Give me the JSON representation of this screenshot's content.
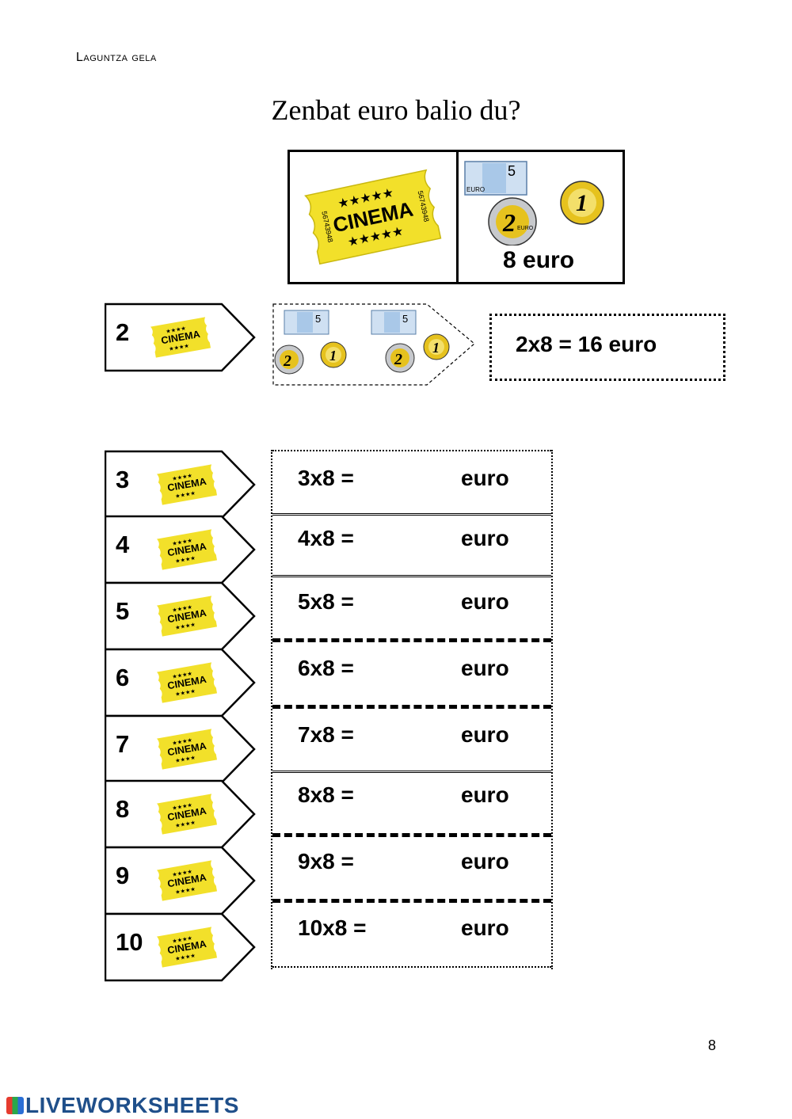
{
  "header": {
    "note": "Laguntza gela",
    "title": "Zenbat euro balio du?"
  },
  "price_card": {
    "ticket_label": "CINEMA",
    "ticket_serial": "56743948",
    "note_value": "5",
    "coin_1": "1",
    "coin_2": "2",
    "coin_text": "EURO",
    "note_text": "EURO",
    "price": "8 euro"
  },
  "example": {
    "count": "2",
    "result": "2x8 = 16 euro"
  },
  "rows": [
    {
      "count": "3",
      "expr": "3x8  =",
      "unit": "euro"
    },
    {
      "count": "4",
      "expr": "4x8  =",
      "unit": "euro"
    },
    {
      "count": "5",
      "expr": "5x8  =",
      "unit": "euro"
    },
    {
      "count": "6",
      "expr": "6x8  =",
      "unit": "euro"
    },
    {
      "count": "7",
      "expr": "7x8  =",
      "unit": "euro"
    },
    {
      "count": "8",
      "expr": "8x8  =",
      "unit": "euro"
    },
    {
      "count": "9",
      "expr": "9x8  =",
      "unit": "euro"
    },
    {
      "count": "10",
      "expr": "10x8 =",
      "unit": "euro"
    }
  ],
  "page_number": "8",
  "footer": {
    "brand": "LIVEWORKSHEETS"
  },
  "colors": {
    "ticket": "#f2e02a",
    "coin_gold": "#e6c21e",
    "coin_silver": "#c7c9cc",
    "note": "#a9c8e8",
    "brand": "#1f4f8a"
  }
}
